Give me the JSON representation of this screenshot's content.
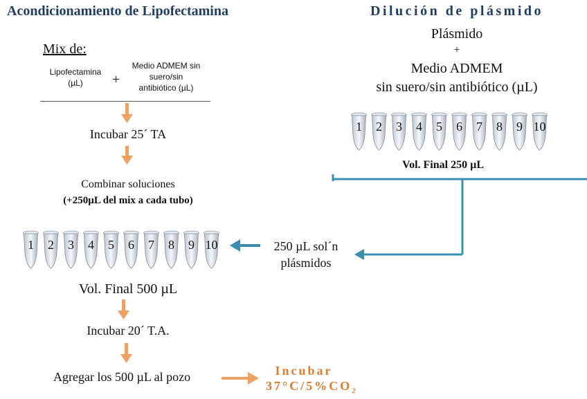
{
  "left_title": "Acondicionamiento de Lipofectamina",
  "right_title": "Dilución de plásmido",
  "right_header": {
    "line1": "Plásmido",
    "plus": "+",
    "line2": "Medio ADMEM",
    "line3": "sin suero/sin antibiótico (µL)"
  },
  "mix": {
    "label": "Mix de:",
    "lipo_line1": "Lipofectamina",
    "lipo_line2": "(µL)",
    "plus": "+",
    "medio_line1": "Medio ADMEM sin",
    "medio_line2": "suero/sin",
    "medio_line3": "antibiótico (µL)"
  },
  "tube_labels": [
    "1",
    "2",
    "3",
    "4",
    "5",
    "6",
    "7",
    "8",
    "9",
    "10"
  ],
  "steps": {
    "incubar_25": "Incubar 25´ TA",
    "combinar": "Combinar soluciones",
    "combinar_detail": "(+250µL del mix a cada tubo)",
    "vol_final_250": "Vol. Final 250 µL",
    "sol_plasmidos_1": "250 µL sol´n",
    "sol_plasmidos_2": "plásmidos",
    "vol_final_500": "Vol. Final 500 µL",
    "incubar_20": "Incubar 20´ T.A.",
    "agregar": "Agregar los 500 µL al pozo",
    "incubar_final": "Incubar",
    "conditions": "37°C/5%CO",
    "conditions_sub": "2"
  },
  "colors": {
    "title": "#1f3d63",
    "orange_arrow": "#f0a060",
    "blue_arrow": "#3a8fb0",
    "incubar_text": "#e07b2a"
  }
}
